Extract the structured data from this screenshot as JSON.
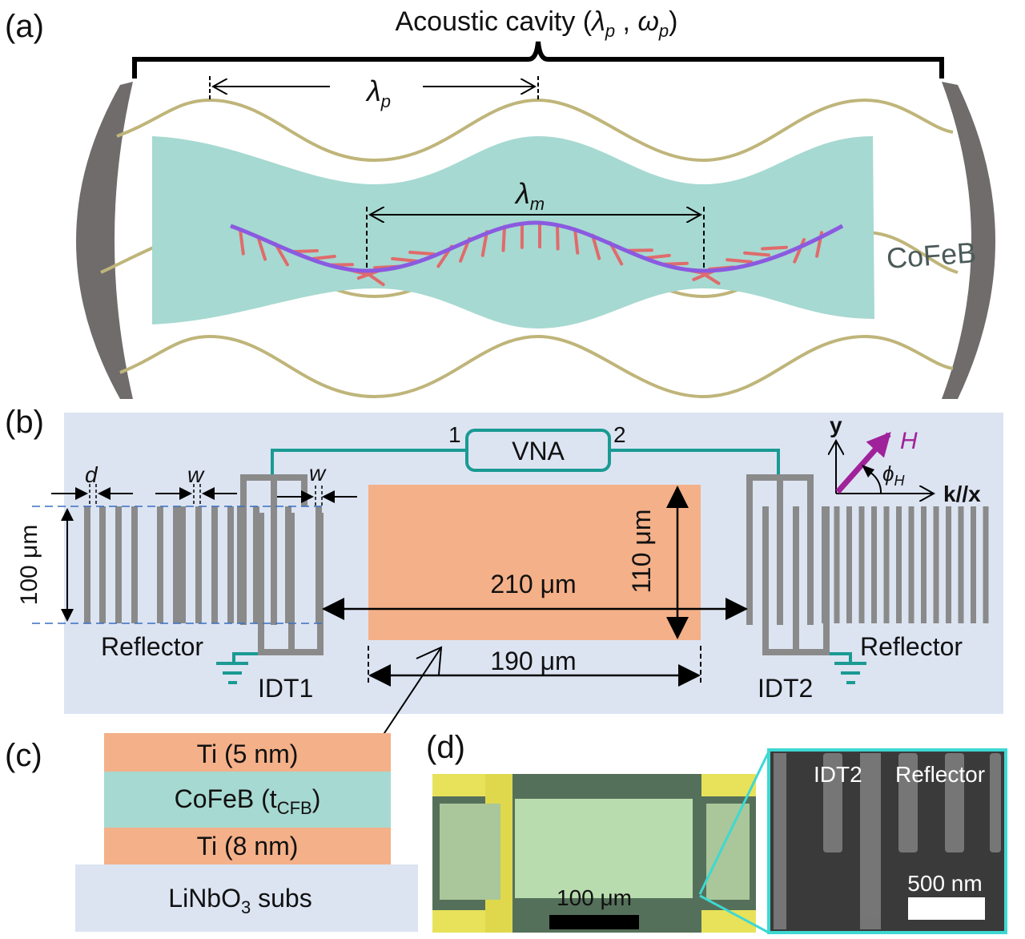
{
  "panels": {
    "a": {
      "label": "(a)",
      "title_prefix": "Acoustic cavity (",
      "title_lambda": "λ",
      "title_lambda_sub": "p",
      "title_sep": " , ",
      "title_omega": "ω",
      "title_omega_sub": "p",
      "title_suffix": ")",
      "phonon_wavelength": "λ",
      "phonon_wavelength_sub": "p",
      "magnon_wavelength": "λ",
      "magnon_wavelength_sub": "m",
      "film_label": "CoFeB",
      "colors": {
        "film": "#a6d9d1",
        "acoustic_wave": "#bfb57a",
        "mirror": "#706c6c",
        "magnon": "#8a5ae0",
        "spins": "#e06b6b"
      }
    },
    "b": {
      "label": "(b)",
      "vna_label": "VNA",
      "port1": "1",
      "port2": "2",
      "d_label": "d",
      "w_label": "w",
      "aperture_label": "100 μm",
      "gap_label": "210 μm",
      "film_width_label": "190 μm",
      "film_height_label": "110 μm",
      "reflector_left": "Reflector",
      "reflector_right": "Reflector",
      "idt1": "IDT1",
      "idt2": "IDT2",
      "axis_y": "y",
      "axis_x": "k//x",
      "field": "H",
      "angle": "ϕ",
      "angle_sub": "H",
      "colors": {
        "background": "#dce4f2",
        "electrodes": "#8a8a8a",
        "film": "#f4b088",
        "wiring": "#1a9a93",
        "field": "#a0229a"
      }
    },
    "c": {
      "label": "(c)",
      "layers": [
        {
          "name": "Ti (5 nm)",
          "color": "#f4b088"
        },
        {
          "name": "CoFeB (t",
          "sub": "CFB",
          "suffix": ")",
          "color": "#a6d9d1"
        },
        {
          "name": "Ti (8 nm)",
          "color": "#f4b088"
        },
        {
          "name": "LiNbO",
          "sub": "3",
          "suffix": " subs",
          "color": "#dce4f2"
        }
      ]
    },
    "d": {
      "label": "(d)",
      "scale_bar_optical": "100 μm",
      "sem_label_idt": "IDT2",
      "sem_label_reflector": "Reflector",
      "scale_bar_sem": "500 nm",
      "colors": {
        "pads": "#e8e25a",
        "substrate": "#55705a",
        "film": "#b9dcae",
        "inset_border": "#3ed8d2",
        "sem_bg": "#3a3a3a"
      }
    }
  }
}
